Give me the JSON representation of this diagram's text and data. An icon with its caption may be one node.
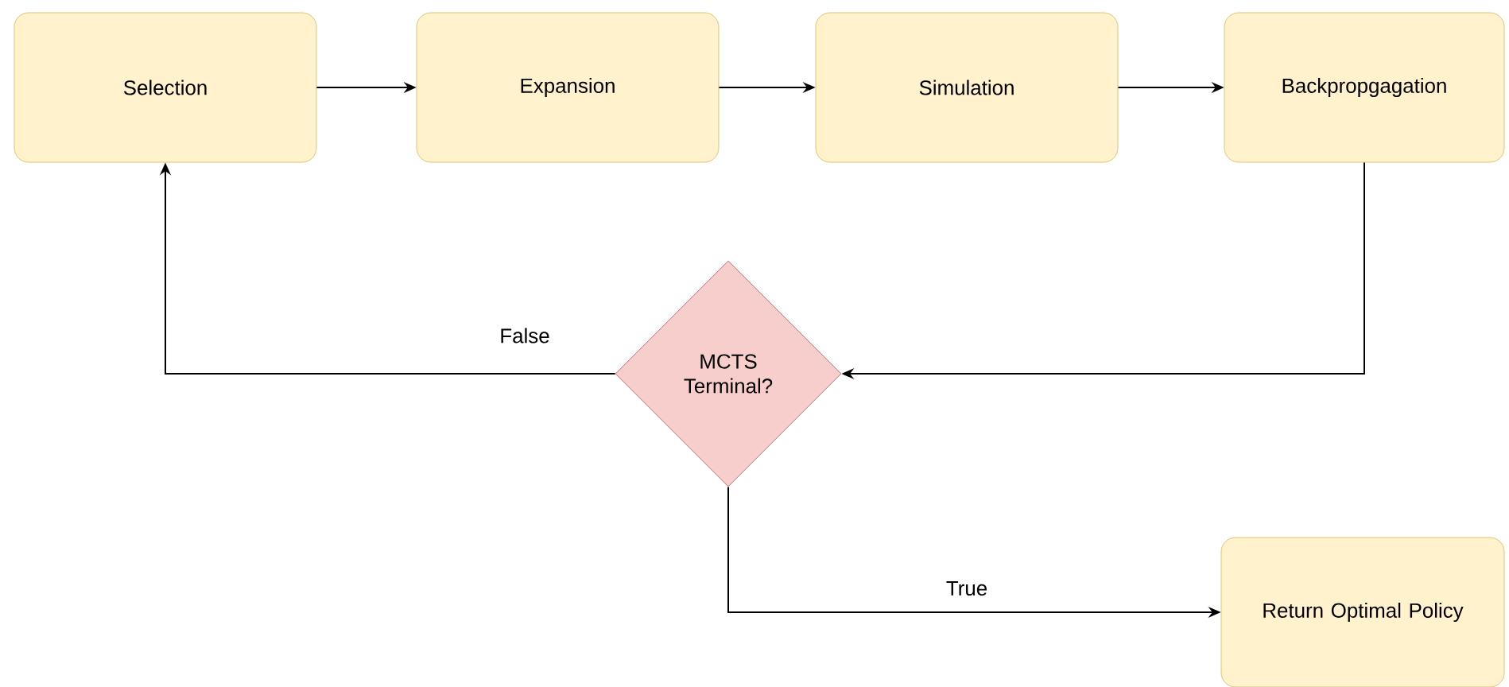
{
  "diagram": {
    "nodes": [
      {
        "text": [
          "Selection"
        ]
      },
      {
        "text": [
          "Expansion"
        ]
      },
      {
        "text": [
          "Simulation"
        ]
      },
      {
        "text": [
          "Backpropgagation"
        ]
      },
      {
        "text": [
          "MCTS Terminal?"
        ]
      },
      {
        "text": [
          "Return Optimal Policy"
        ]
      }
    ],
    "edges": [
      {
        "from": 0,
        "to": 1,
        "arrow": "to"
      },
      {
        "from": 1,
        "to": 2,
        "arrow": "to"
      },
      {
        "from": 2,
        "to": 3,
        "arrow": "to"
      },
      {
        "from": 3,
        "to": 4,
        "arrow": "to"
      },
      {
        "from": 4,
        "to": 0,
        "arrow": "to",
        "label": "False"
      },
      {
        "from": 4,
        "to": 5,
        "arrow": "to",
        "label": "True"
      }
    ]
  }
}
